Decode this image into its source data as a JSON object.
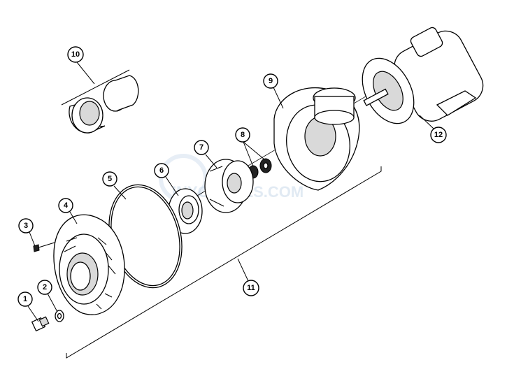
{
  "diagram": {
    "callouts": [
      {
        "id": "1",
        "label": "1"
      },
      {
        "id": "2",
        "label": "2"
      },
      {
        "id": "3",
        "label": "3"
      },
      {
        "id": "4",
        "label": "4"
      },
      {
        "id": "5",
        "label": "5"
      },
      {
        "id": "6",
        "label": "6"
      },
      {
        "id": "7",
        "label": "7"
      },
      {
        "id": "8",
        "label": "8"
      },
      {
        "id": "9",
        "label": "9"
      },
      {
        "id": "10",
        "label": "10"
      },
      {
        "id": "11",
        "label": "11"
      },
      {
        "id": "12",
        "label": "12"
      }
    ],
    "watermark": "INYOPOOLS.COM",
    "watermark_color": "#c9d9ea"
  }
}
